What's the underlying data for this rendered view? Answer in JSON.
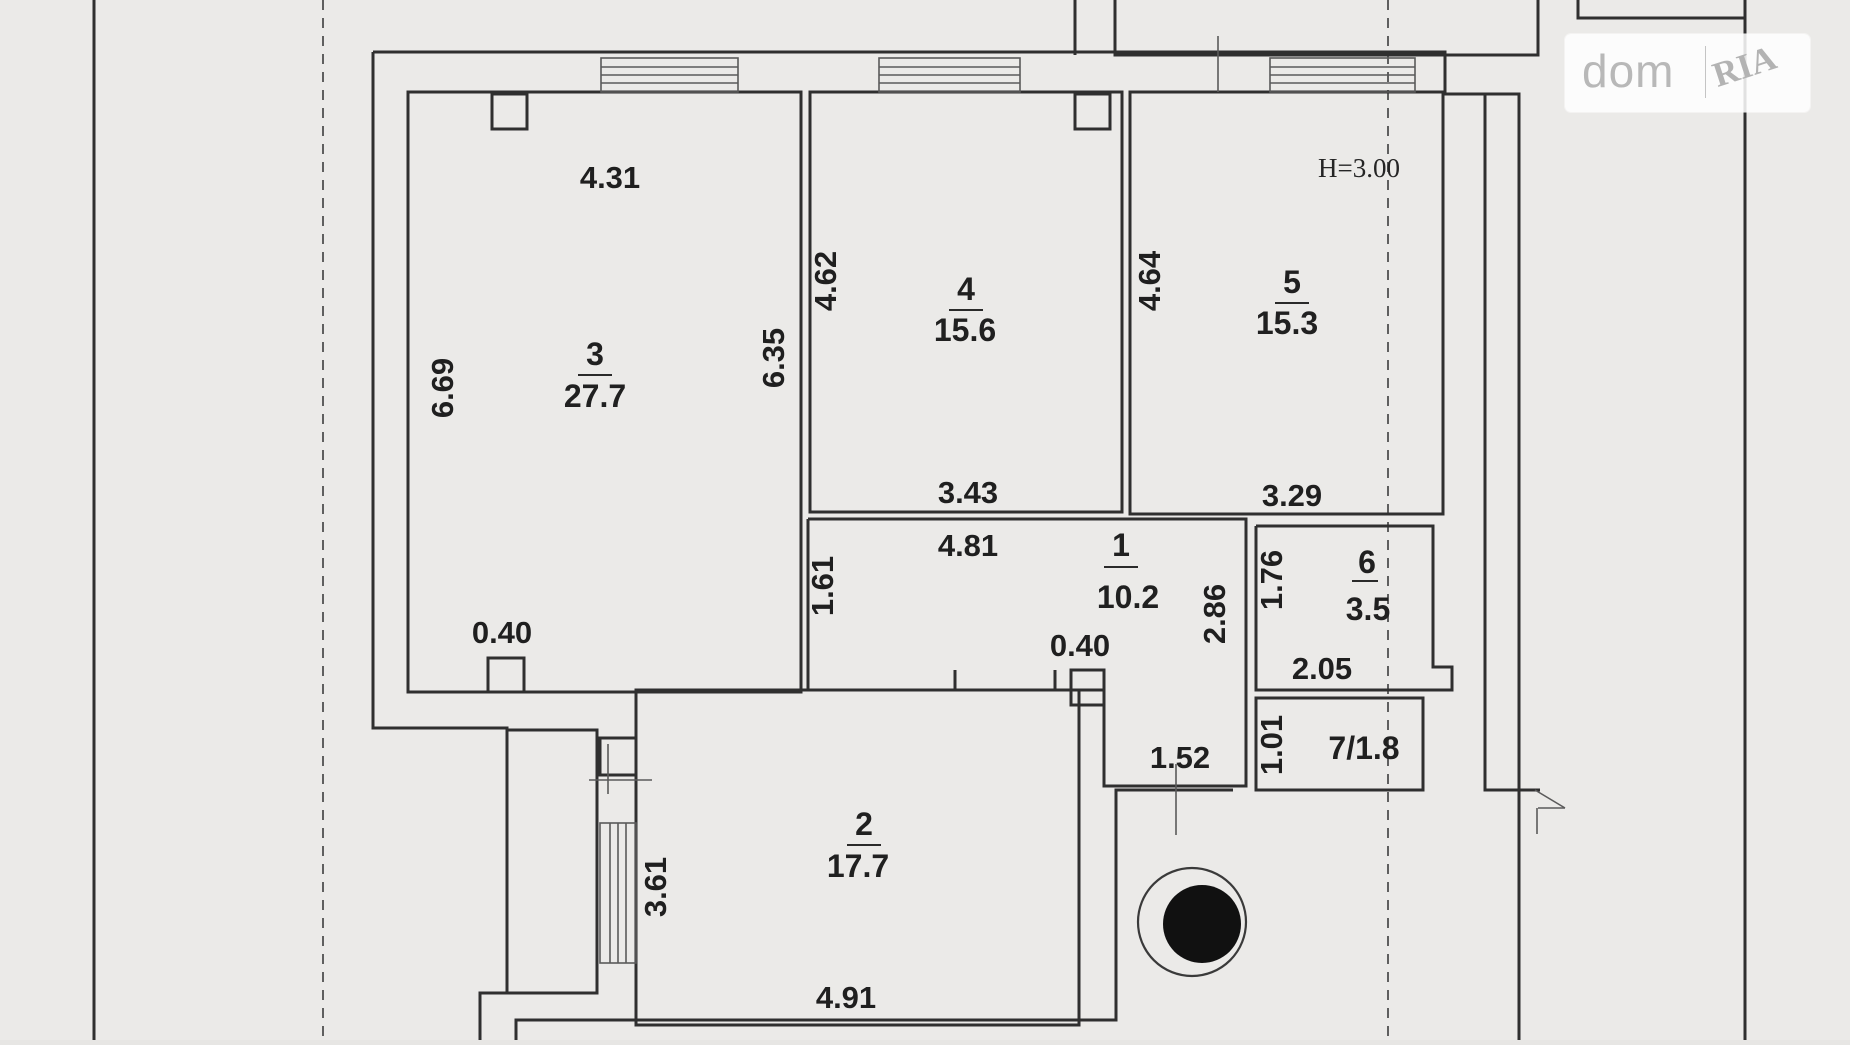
{
  "heightNote": "H=3.00",
  "watermark": {
    "left": "dom",
    "right": "RIA"
  },
  "rooms": [
    {
      "id": "3",
      "area": "27.7"
    },
    {
      "id": "4",
      "area": "15.6"
    },
    {
      "id": "5",
      "area": "15.3"
    },
    {
      "id": "1",
      "area": "10.2"
    },
    {
      "id": "6",
      "area": "3.5"
    },
    {
      "id": "2",
      "area": "17.7"
    },
    {
      "id": "7/1.8",
      "area": ""
    }
  ],
  "dimensions": {
    "room3Top": "4.31",
    "room3Left": "6.69",
    "room3Right": "6.35",
    "room3Bottom": "0.40",
    "room4Left": "4.62",
    "room4Bottom": "3.43",
    "room5Left": "4.64",
    "room5Bottom": "3.29",
    "room1Top": "4.81",
    "room1Left": "1.61",
    "room1Bottom": "0.40",
    "room1Right": "2.86",
    "room6Left": "1.76",
    "room6Bottom": "2.05",
    "room7Left": "1.01",
    "room1Lower": "1.52",
    "room2Left": "3.61",
    "room2Bottom": "4.91"
  }
}
